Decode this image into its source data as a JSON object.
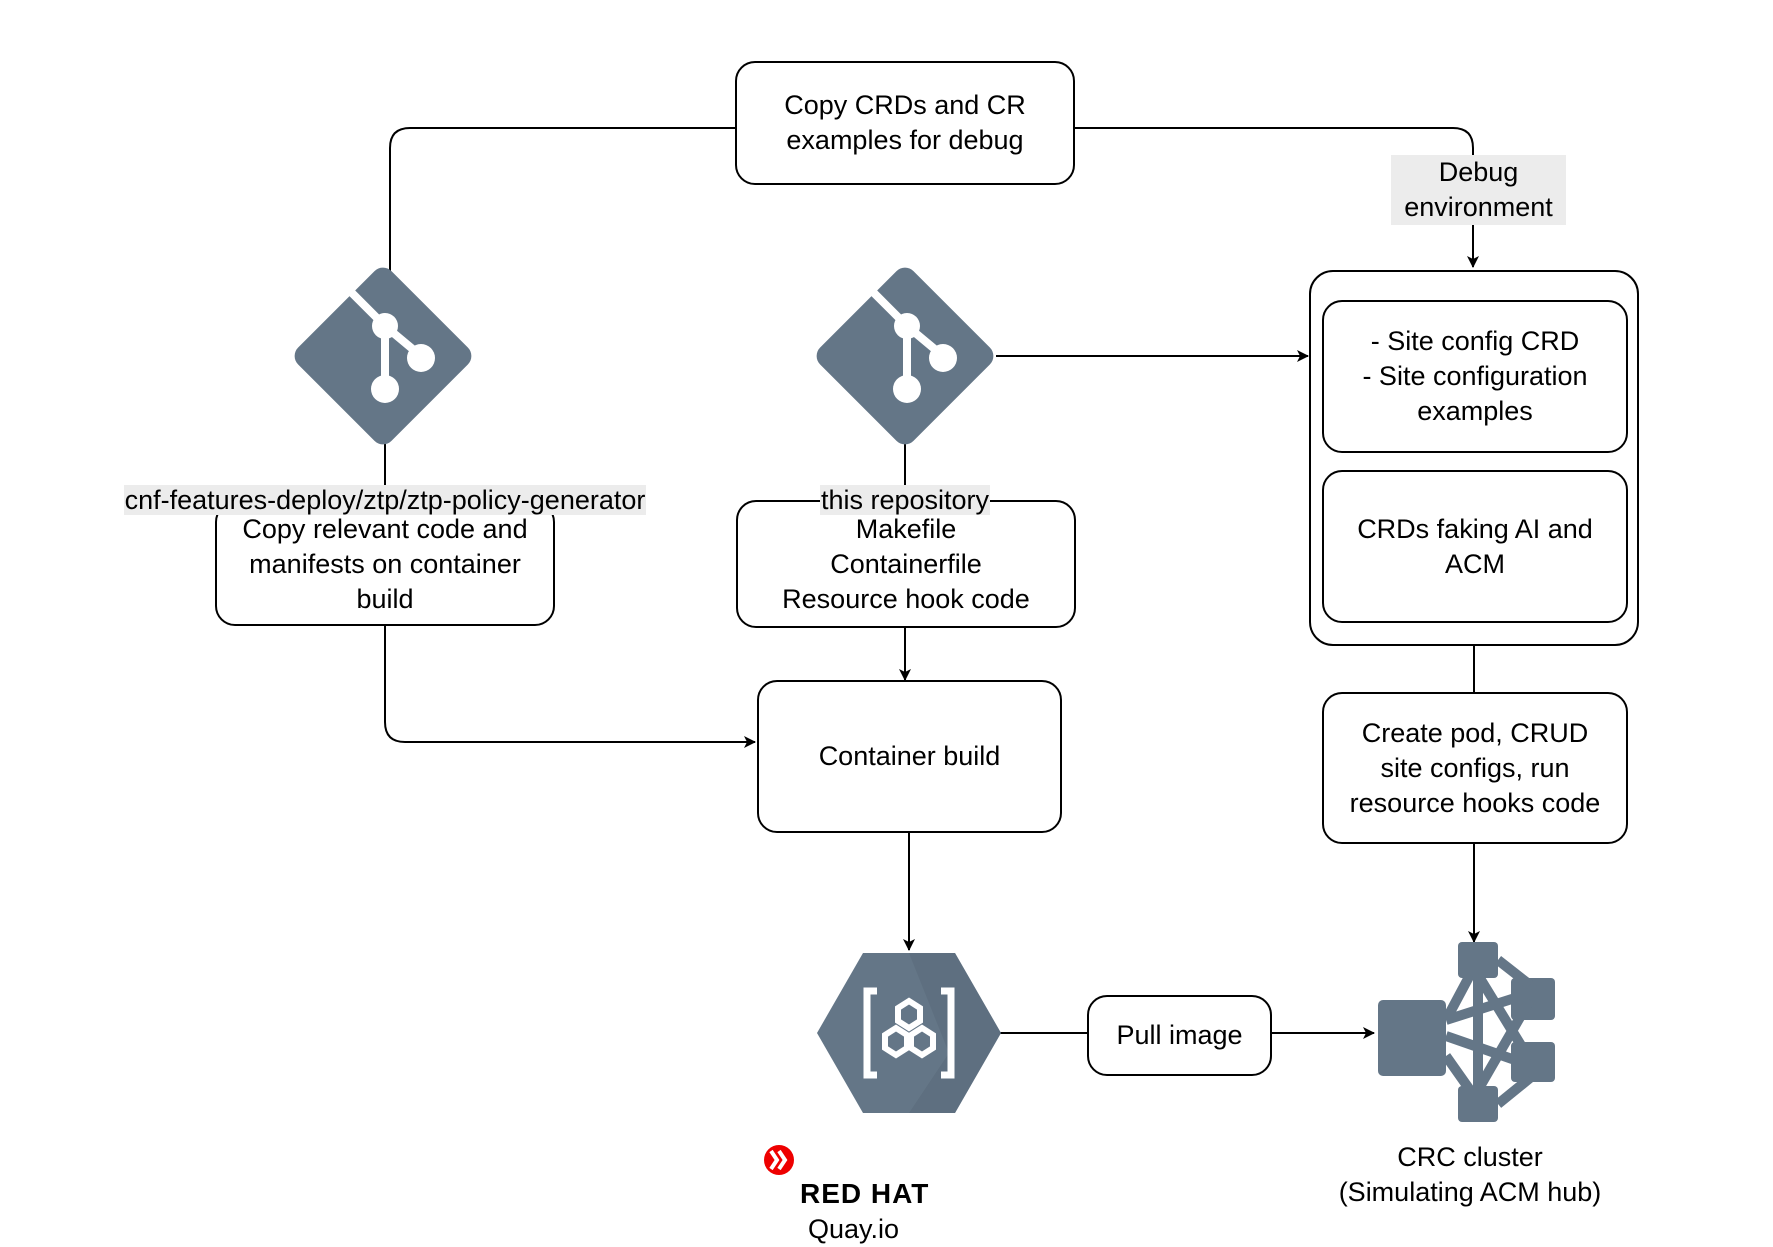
{
  "colors": {
    "icon": "#647687",
    "line": "#000000",
    "label_bg": "#ececec",
    "redhat_red": "#ee0000"
  },
  "nodes": {
    "copy_crds": "Copy CRDs and CR\nexamples for debug",
    "copy_code": "Copy relevant code and\nmanifests on container\nbuild",
    "makefile": "Makefile\nContainerfile\nResource hook code",
    "container_build": "Container build",
    "site_config": "- Site config CRD\n- Site configuration\nexamples",
    "crds_faking": "CRDs faking AI and\nACM",
    "create_pod": "Create pod, CRUD\nsite configs, run\nresource hooks code",
    "pull_image": "Pull image"
  },
  "labels": {
    "repo_left": "cnf-features-deploy/ztp/ztp-policy-generator",
    "repo_center": "this repository",
    "debug_env": "Debug\nenvironment",
    "crc_cluster": "CRC cluster\n(Simulating ACM hub)",
    "quay_brand": "RED HAT",
    "quay_product": "Quay.io"
  },
  "icons": [
    "git-icon",
    "git-icon",
    "quay-registry-icon",
    "cluster-icon",
    "redhat-logo"
  ]
}
